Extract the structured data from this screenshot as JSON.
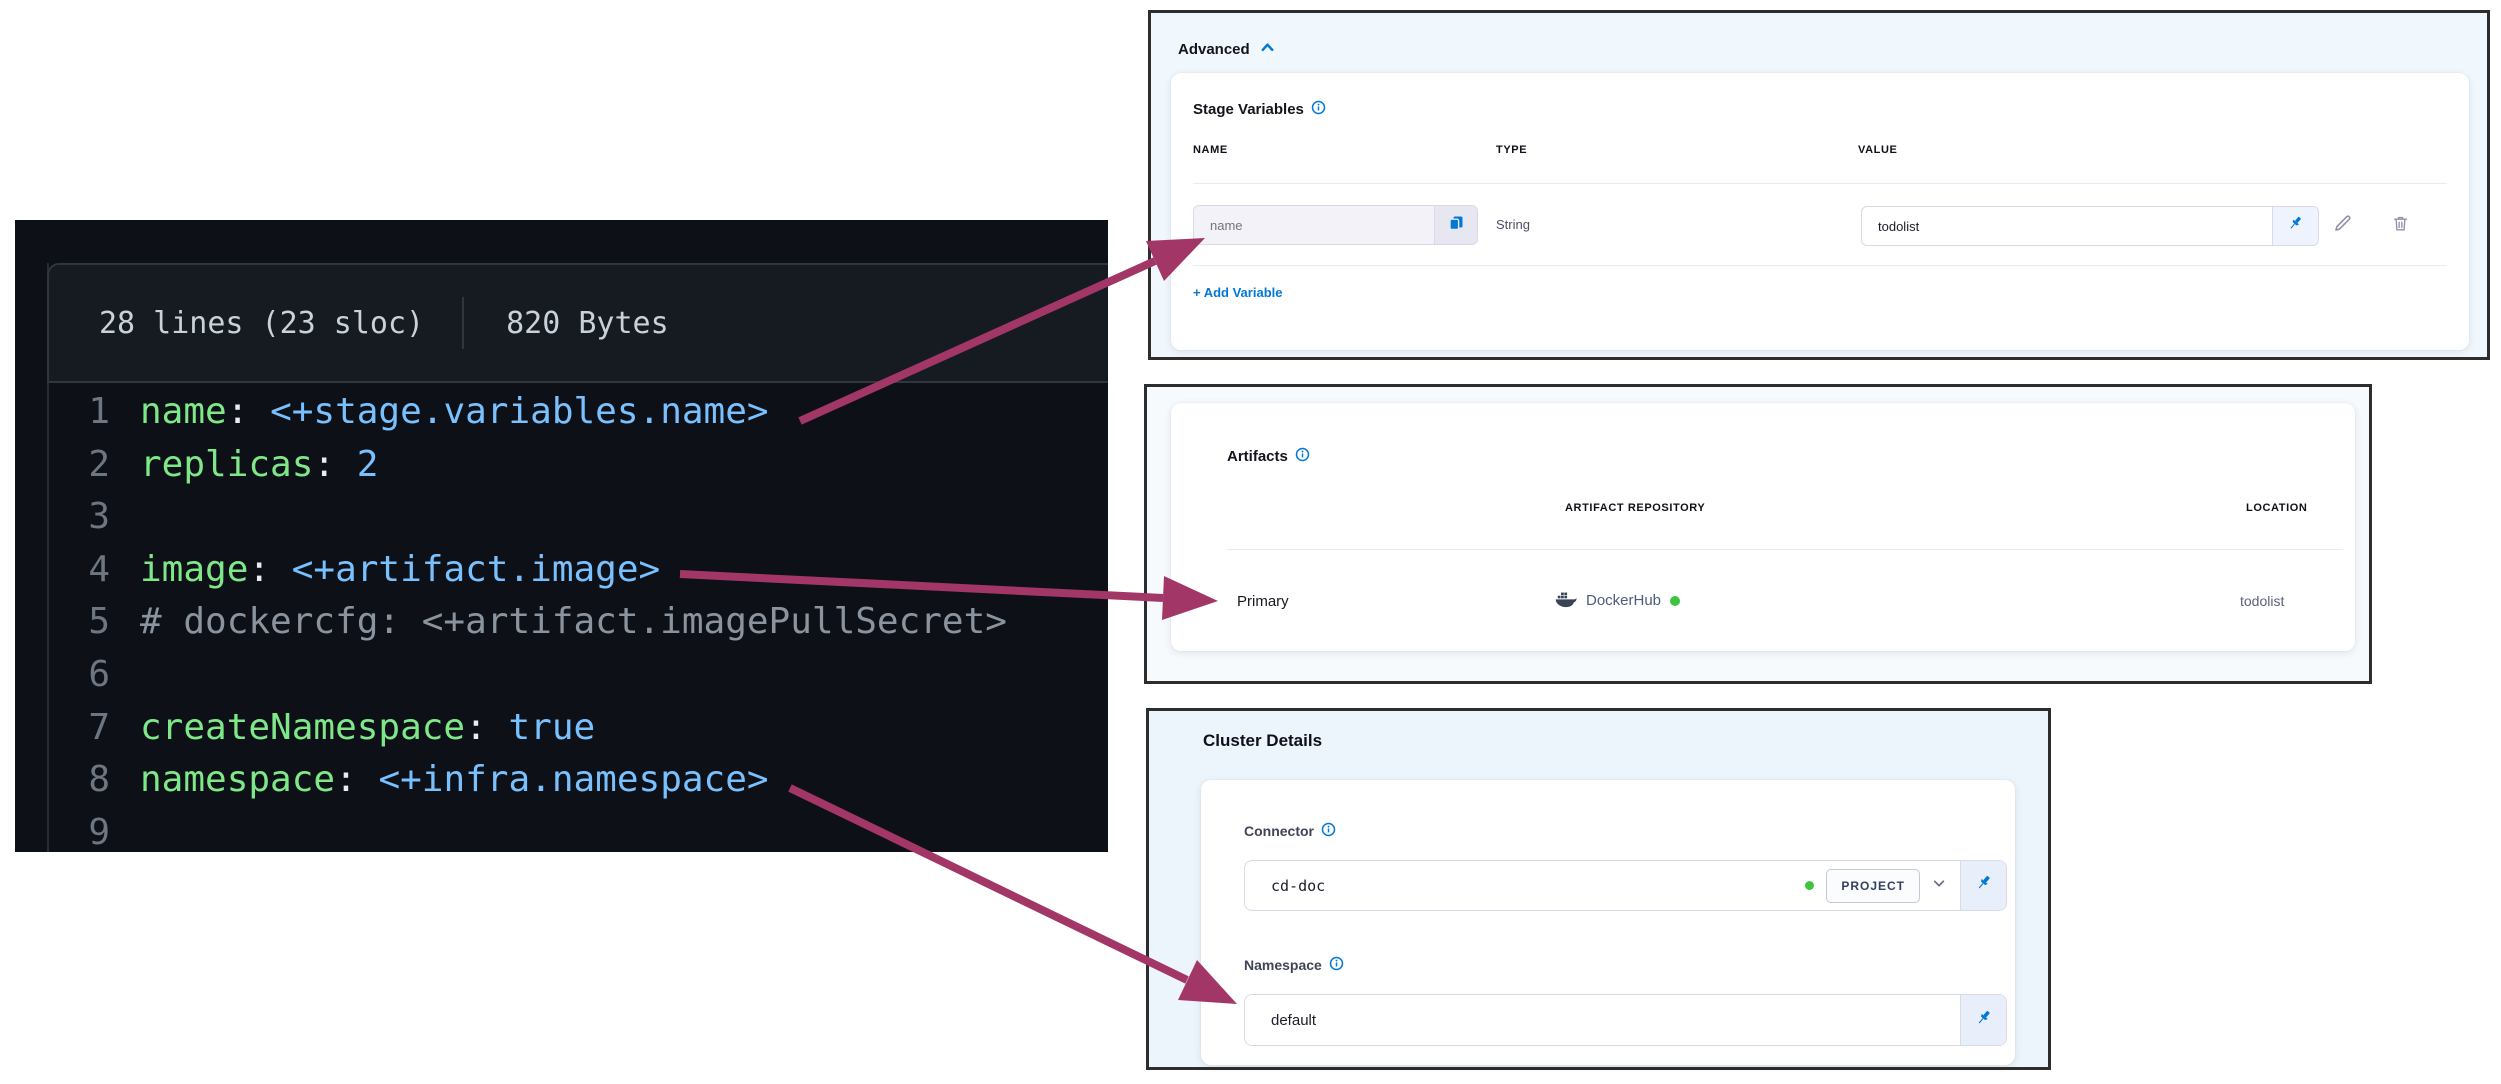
{
  "colors": {
    "accent": "#0278d5",
    "arrow": "#a23767",
    "success_dot": "#3ec43e",
    "code_key": "#7ee787",
    "code_value": "#79c0ff",
    "code_comment": "#8b949e"
  },
  "code_panel": {
    "meta_lines": "28 lines (23 sloc)",
    "meta_size": "820 Bytes",
    "lines": [
      {
        "num": "1",
        "key": "name",
        "punct": ": ",
        "value": "<+stage.variables.name>"
      },
      {
        "num": "2",
        "key": "replicas",
        "punct": ": ",
        "value": "2"
      },
      {
        "num": "3"
      },
      {
        "num": "4",
        "key": "image",
        "punct": ": ",
        "value": "<+artifact.image>"
      },
      {
        "num": "5",
        "comment": "# dockercfg: <+artifact.imagePullSecret>"
      },
      {
        "num": "6"
      },
      {
        "num": "7",
        "key": "createNamespace",
        "punct": ": ",
        "value": "true"
      },
      {
        "num": "8",
        "key": "namespace",
        "punct": ": ",
        "value": "<+infra.namespace>"
      },
      {
        "num": "9"
      }
    ]
  },
  "advanced": {
    "title": "Advanced",
    "section_title": "Stage Variables",
    "col_name": "NAME",
    "col_type": "TYPE",
    "col_value": "VALUE",
    "row": {
      "name_placeholder": "name",
      "type": "String",
      "value": "todolist"
    },
    "add_label": "+ Add Variable"
  },
  "artifacts": {
    "title": "Artifacts",
    "col_repository": "ARTIFACT REPOSITORY",
    "col_location": "LOCATION",
    "row": {
      "name": "Primary",
      "repository": "DockerHub",
      "location": "todolist"
    }
  },
  "cluster": {
    "title": "Cluster Details",
    "connector_label": "Connector",
    "connector_value": "cd-doc",
    "scope_badge": "PROJECT",
    "namespace_label": "Namespace",
    "namespace_value": "default"
  }
}
